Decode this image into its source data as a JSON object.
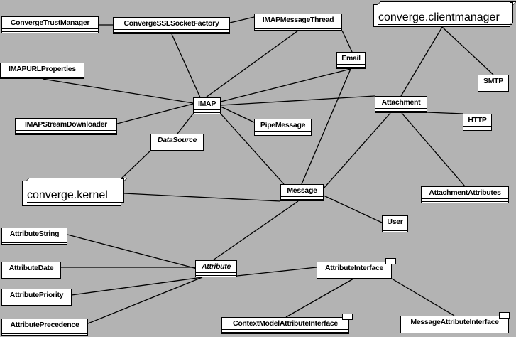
{
  "packages": {
    "clientmanager": "converge.clientmanager",
    "kernel": "converge.kernel"
  },
  "classes": {
    "ConvergeTrustManager": "ConvergeTrustManager",
    "ConvergeSSLSocketFactory": "ConvergeSSLSocketFactory",
    "IMAPMessageThread": "IMAPMessageThread",
    "Email": "Email",
    "SMTP": "SMTP",
    "IMAPURLProperties": "IMAPURLProperties",
    "IMAP": "IMAP",
    "Attachment": "Attachment",
    "HTTP": "HTTP",
    "IMAPStreamDownloader": "IMAPStreamDownloader",
    "PipeMessage": "PipeMessage",
    "DataSource": "DataSource",
    "Message": "Message",
    "AttachmentAttributes": "AttachmentAttributes",
    "User": "User",
    "AttributeString": "AttributeString",
    "AttributeDate": "AttributeDate",
    "Attribute": "Attribute",
    "AttributeInterface": "AttributeInterface",
    "AttributePriority": "AttributePriority",
    "AttributePrecedence": "AttributePrecedence",
    "ContextModelAttributeInterface": "ContextModelAttributeInterface",
    "MessageAttributeInterface": "MessageAttributeInterface"
  },
  "colors": {
    "background": "#b3b3b3",
    "box": "#ffffff",
    "line": "#000000"
  }
}
